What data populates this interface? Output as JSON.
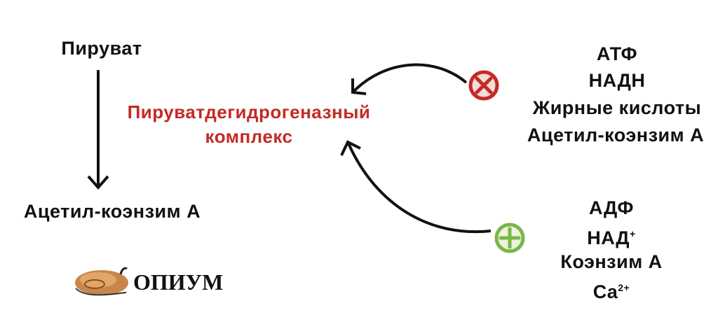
{
  "substrate": "Пируват",
  "product": "Ацетил-коэнзим А",
  "enzyme": {
    "line1": "Пируватдегидрогеназный",
    "line2": "комплекс"
  },
  "inhibitors": {
    "sign": "x-circle-icon",
    "color": "#c42a24",
    "items": [
      "АТФ",
      "НАДН",
      "Жирные кислоты",
      "Ацетил-коэнзим А"
    ]
  },
  "activators": {
    "sign": "plus-circle-icon",
    "color": "#7ab648",
    "items": [
      "АДФ",
      "НАД",
      "Коэнзим А",
      "Ca"
    ],
    "nad_charge": "+",
    "ca_charge": "2+"
  },
  "logo": {
    "text": "ОПИУМ"
  }
}
